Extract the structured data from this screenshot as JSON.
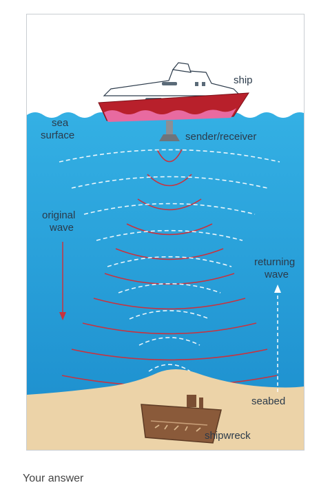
{
  "diagram": {
    "labels": {
      "ship": "ship",
      "sea_surface_1": "sea",
      "sea_surface_2": "surface",
      "sender": "sender/receiver",
      "original_wave_1": "original",
      "original_wave_2": "wave",
      "returning_wave_1": "returning",
      "returning_wave_2": "wave",
      "seabed": "seabed",
      "shipwreck": "shipwreck"
    },
    "colors": {
      "sky": "#ffffff",
      "water_top": "#2aa7de",
      "water_bottom": "#1a8fcf",
      "seabed": "#ecd3a8",
      "hull_red": "#b8202b",
      "hull_pink": "#e86aa0",
      "original_wave": "#c9323e",
      "returning_wave": "#ffffff",
      "wreck": "#8a5a3a"
    },
    "icons": [
      "ship-icon",
      "sonar-transducer-icon",
      "shipwreck-icon",
      "down-arrow-icon",
      "up-arrow-icon"
    ]
  },
  "footer": {
    "answer_label": "Your answer"
  }
}
